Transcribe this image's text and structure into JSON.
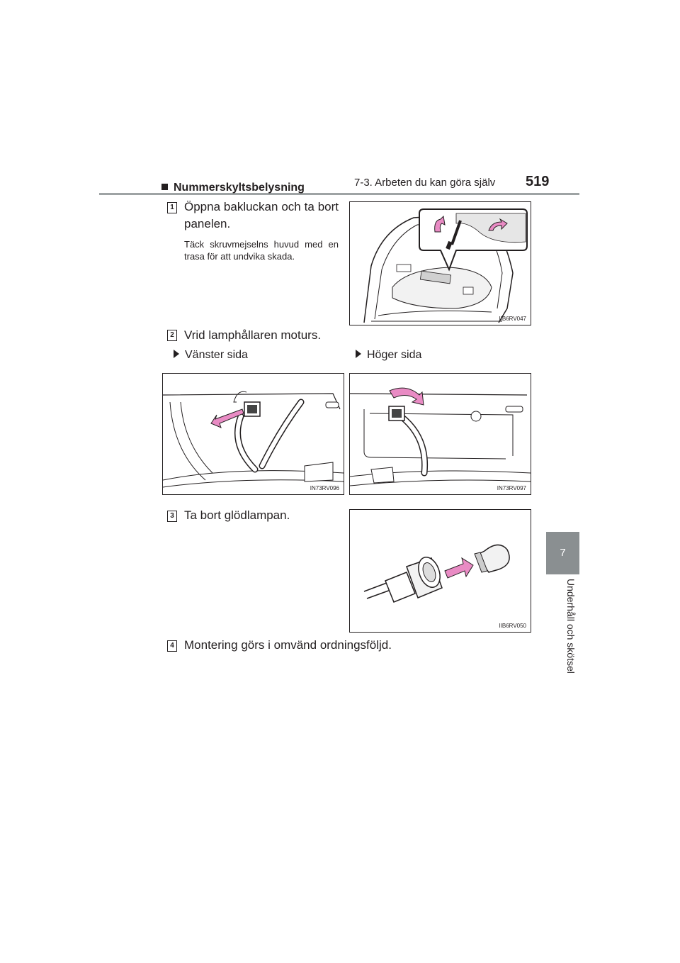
{
  "header": {
    "title": "7-3. Arbeten du kan göra själv",
    "page_number": "519"
  },
  "chapter_tab": {
    "number": "7",
    "label": "Underhåll och skötsel"
  },
  "section": {
    "heading": "Nummerskyltsbelysning"
  },
  "steps": [
    {
      "number": "1",
      "text": "Öppna bakluckan och ta bort panelen.",
      "note": "Täck skruvmejselns huvud med en trasa för att undvika skada."
    },
    {
      "number": "2",
      "text": "Vrid lamphållaren moturs."
    },
    {
      "number": "3",
      "text": "Ta bort glödlampan."
    },
    {
      "number": "4",
      "text": "Montering görs i omvänd ordningsföljd."
    }
  ],
  "sides": {
    "left": "Vänster sida",
    "right": "Höger sida"
  },
  "figures": {
    "fig1_code": "IIB6RV047",
    "fig2_left_code": "IN73RV096",
    "fig2_right_code": "IN73RV097",
    "fig3_code": "IIB6RV050"
  },
  "colors": {
    "accent_pink": "#e98bc4",
    "tab_gray": "#8a8f91",
    "rule_gray": "#9ea3a4"
  }
}
